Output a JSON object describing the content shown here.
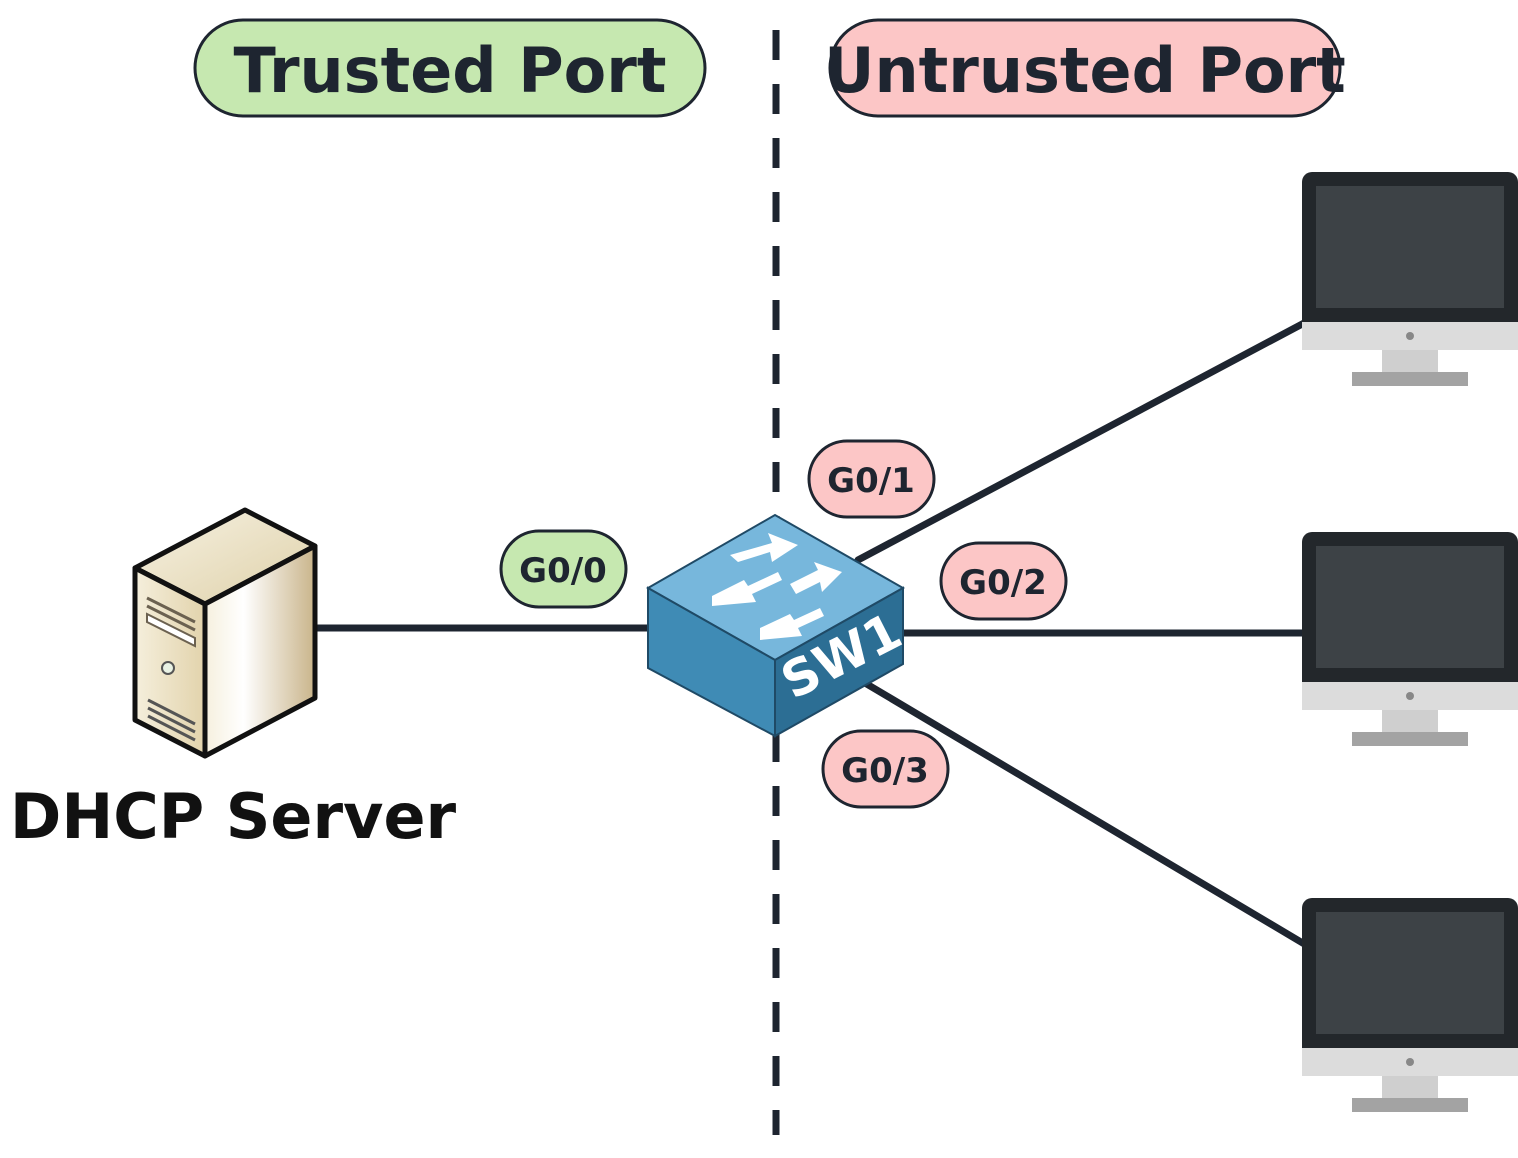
{
  "zones": {
    "trusted_label": "Trusted Port",
    "untrusted_label": "Untrusted Port"
  },
  "server": {
    "label": "DHCP Server"
  },
  "switch": {
    "label": "SW1"
  },
  "ports": {
    "g0_0": "G0/0",
    "g0_1": "G0/1",
    "g0_2": "G0/2",
    "g0_3": "G0/3"
  },
  "colors": {
    "trusted_fill": "#c6e8b0",
    "untrusted_fill": "#fcc6c6",
    "outline": "#1e2530",
    "switch_top": "#77b7dc",
    "switch_front": "#3f8bb5",
    "switch_side": "#2c6e94",
    "monitor_frame": "#23272b",
    "monitor_screen": "#3d4246",
    "monitor_chin": "#dcdcdc",
    "monitor_stand": "#a3a3a3"
  }
}
